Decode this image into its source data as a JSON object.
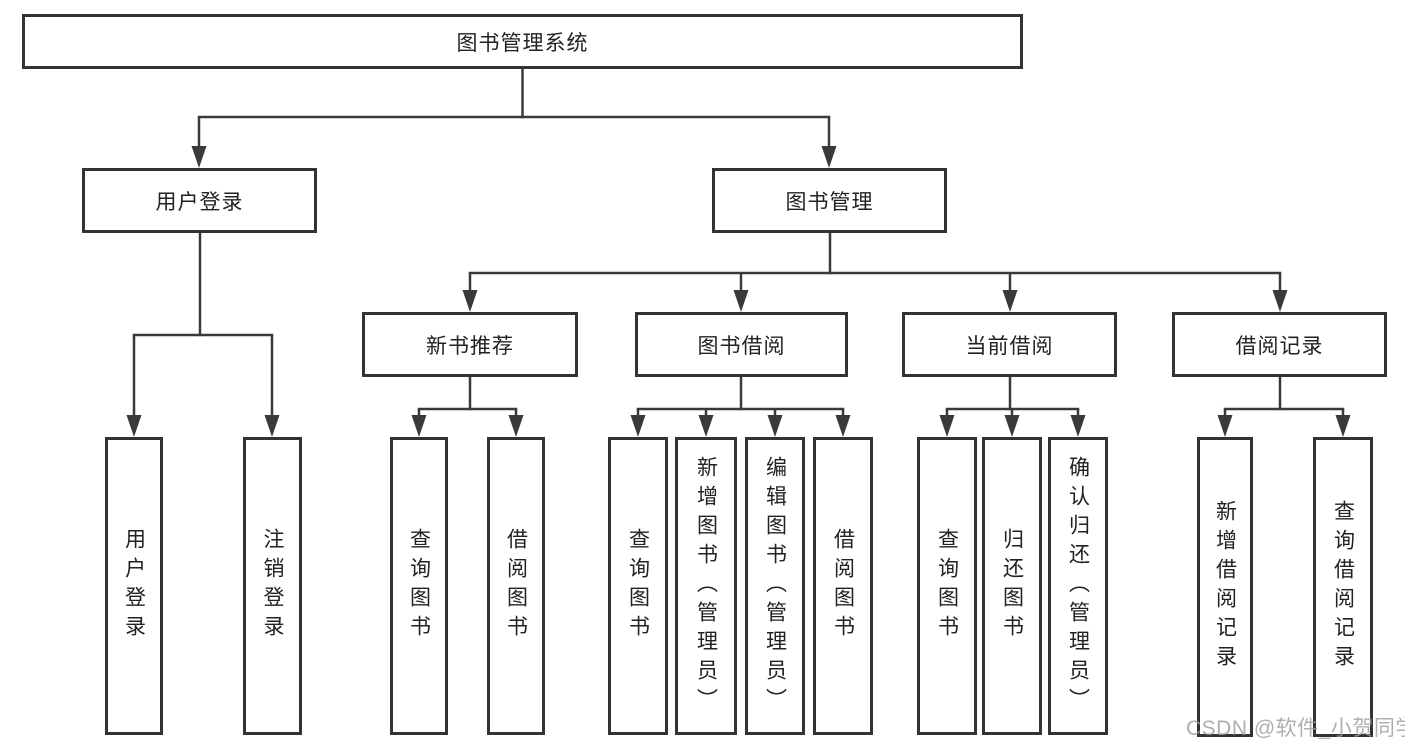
{
  "diagram": {
    "nodes": {
      "root": {
        "label": "图书管理系统"
      },
      "branches": [
        {
          "label": "用户登录",
          "children": [
            {
              "label": "用户登录"
            },
            {
              "label": "注销登录"
            }
          ]
        },
        {
          "label": "图书管理",
          "children": [
            {
              "label": "新书推荐",
              "children": [
                {
                  "label": "查询图书"
                },
                {
                  "label": "借阅图书"
                }
              ]
            },
            {
              "label": "图书借阅",
              "children": [
                {
                  "label": "查询图书"
                },
                {
                  "label": "新增图书（管理员）"
                },
                {
                  "label": "编辑图书（管理员）"
                },
                {
                  "label": "借阅图书"
                }
              ]
            },
            {
              "label": "当前借阅",
              "children": [
                {
                  "label": "查询图书"
                },
                {
                  "label": "归还图书"
                },
                {
                  "label": "确认归还（管理员）"
                }
              ]
            },
            {
              "label": "借阅记录",
              "children": [
                {
                  "label": "新增借阅记录"
                },
                {
                  "label": "查询借阅记录"
                }
              ]
            }
          ]
        }
      ]
    },
    "watermark": "CSDN @软件_小贺同学",
    "colors": {
      "line": "#3a3a3a",
      "box_border": "#333333",
      "text": "#222222",
      "background": "#ffffff",
      "watermark": "#9b9b9b"
    }
  }
}
